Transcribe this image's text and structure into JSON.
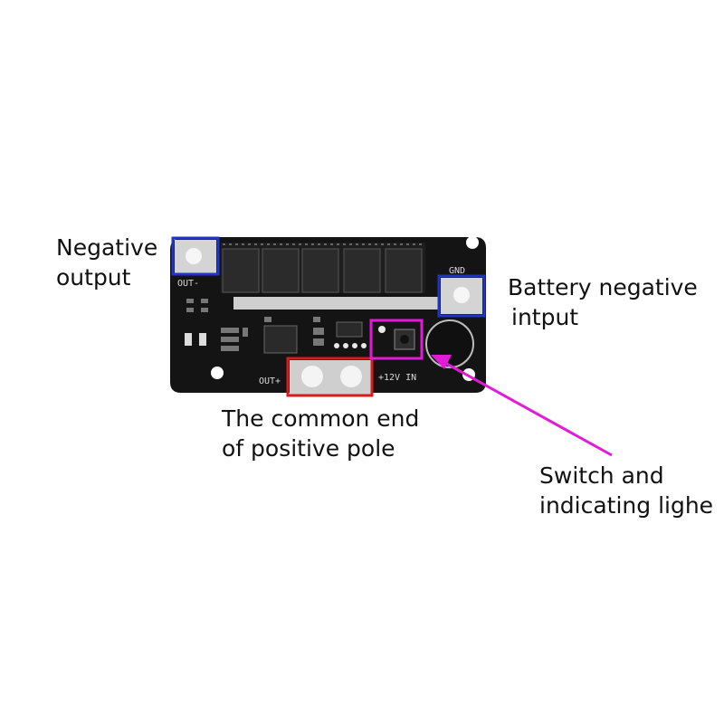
{
  "labels": {
    "negative_output": [
      "Negative",
      "output"
    ],
    "battery_negative": [
      "Battery negative",
      "intput"
    ],
    "common_positive": [
      "The common end",
      "of positive pole"
    ],
    "switch_light": [
      "Switch and",
      "indicating lighe"
    ]
  },
  "board_silkscreen": {
    "out_minus": "OUT-",
    "gnd": "GND",
    "out_plus": "OUT+",
    "input": "+12V IN"
  },
  "colors": {
    "blue_box": "#1f35c7",
    "red_box": "#d81b1b",
    "magenta": "#e21bd9",
    "board": "#141414"
  }
}
